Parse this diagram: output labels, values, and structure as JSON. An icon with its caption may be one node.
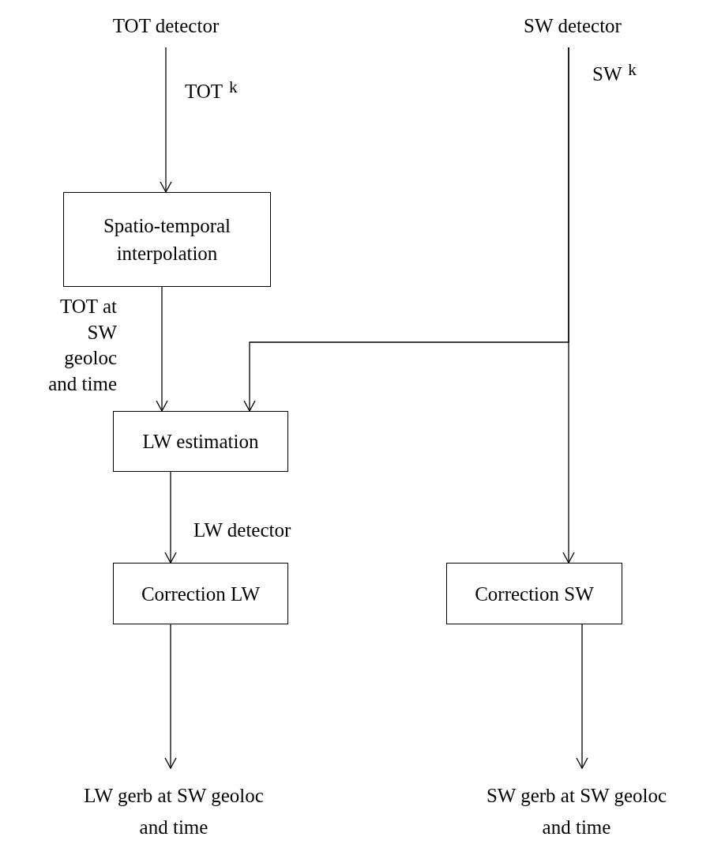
{
  "diagram": {
    "nodes": [
      {
        "text": [
          "TOT detector"
        ]
      },
      {
        "text": [
          "SW detector"
        ]
      },
      {
        "text": [
          "Spatio-temporal interpolation"
        ]
      },
      {
        "text": [
          "LW estimation"
        ]
      },
      {
        "text": [
          "Correction LW"
        ]
      },
      {
        "text": [
          "Correction SW"
        ]
      },
      {
        "text": [
          "LW gerb at SW geoloc and time"
        ]
      },
      {
        "text": [
          "SW gerb at SW geoloc and time"
        ]
      }
    ],
    "edges": [
      {
        "from": 0,
        "to": 2,
        "arrow": "to",
        "label": "TOT $^{k}$"
      },
      {
        "from": 2,
        "to": 3,
        "arrow": "to",
        "label": "TOT at SW geoloc and time"
      },
      {
        "from": 1,
        "to": 5,
        "arrow": "to",
        "label": "SW $^{k}$"
      },
      {
        "from": 1,
        "to": 3,
        "arrow": "to"
      },
      {
        "from": 3,
        "to": 4,
        "arrow": "to",
        "label": "LW detector"
      },
      {
        "from": 4,
        "to": 6,
        "arrow": "to"
      },
      {
        "from": 5,
        "to": 7,
        "arrow": "to"
      }
    ]
  }
}
